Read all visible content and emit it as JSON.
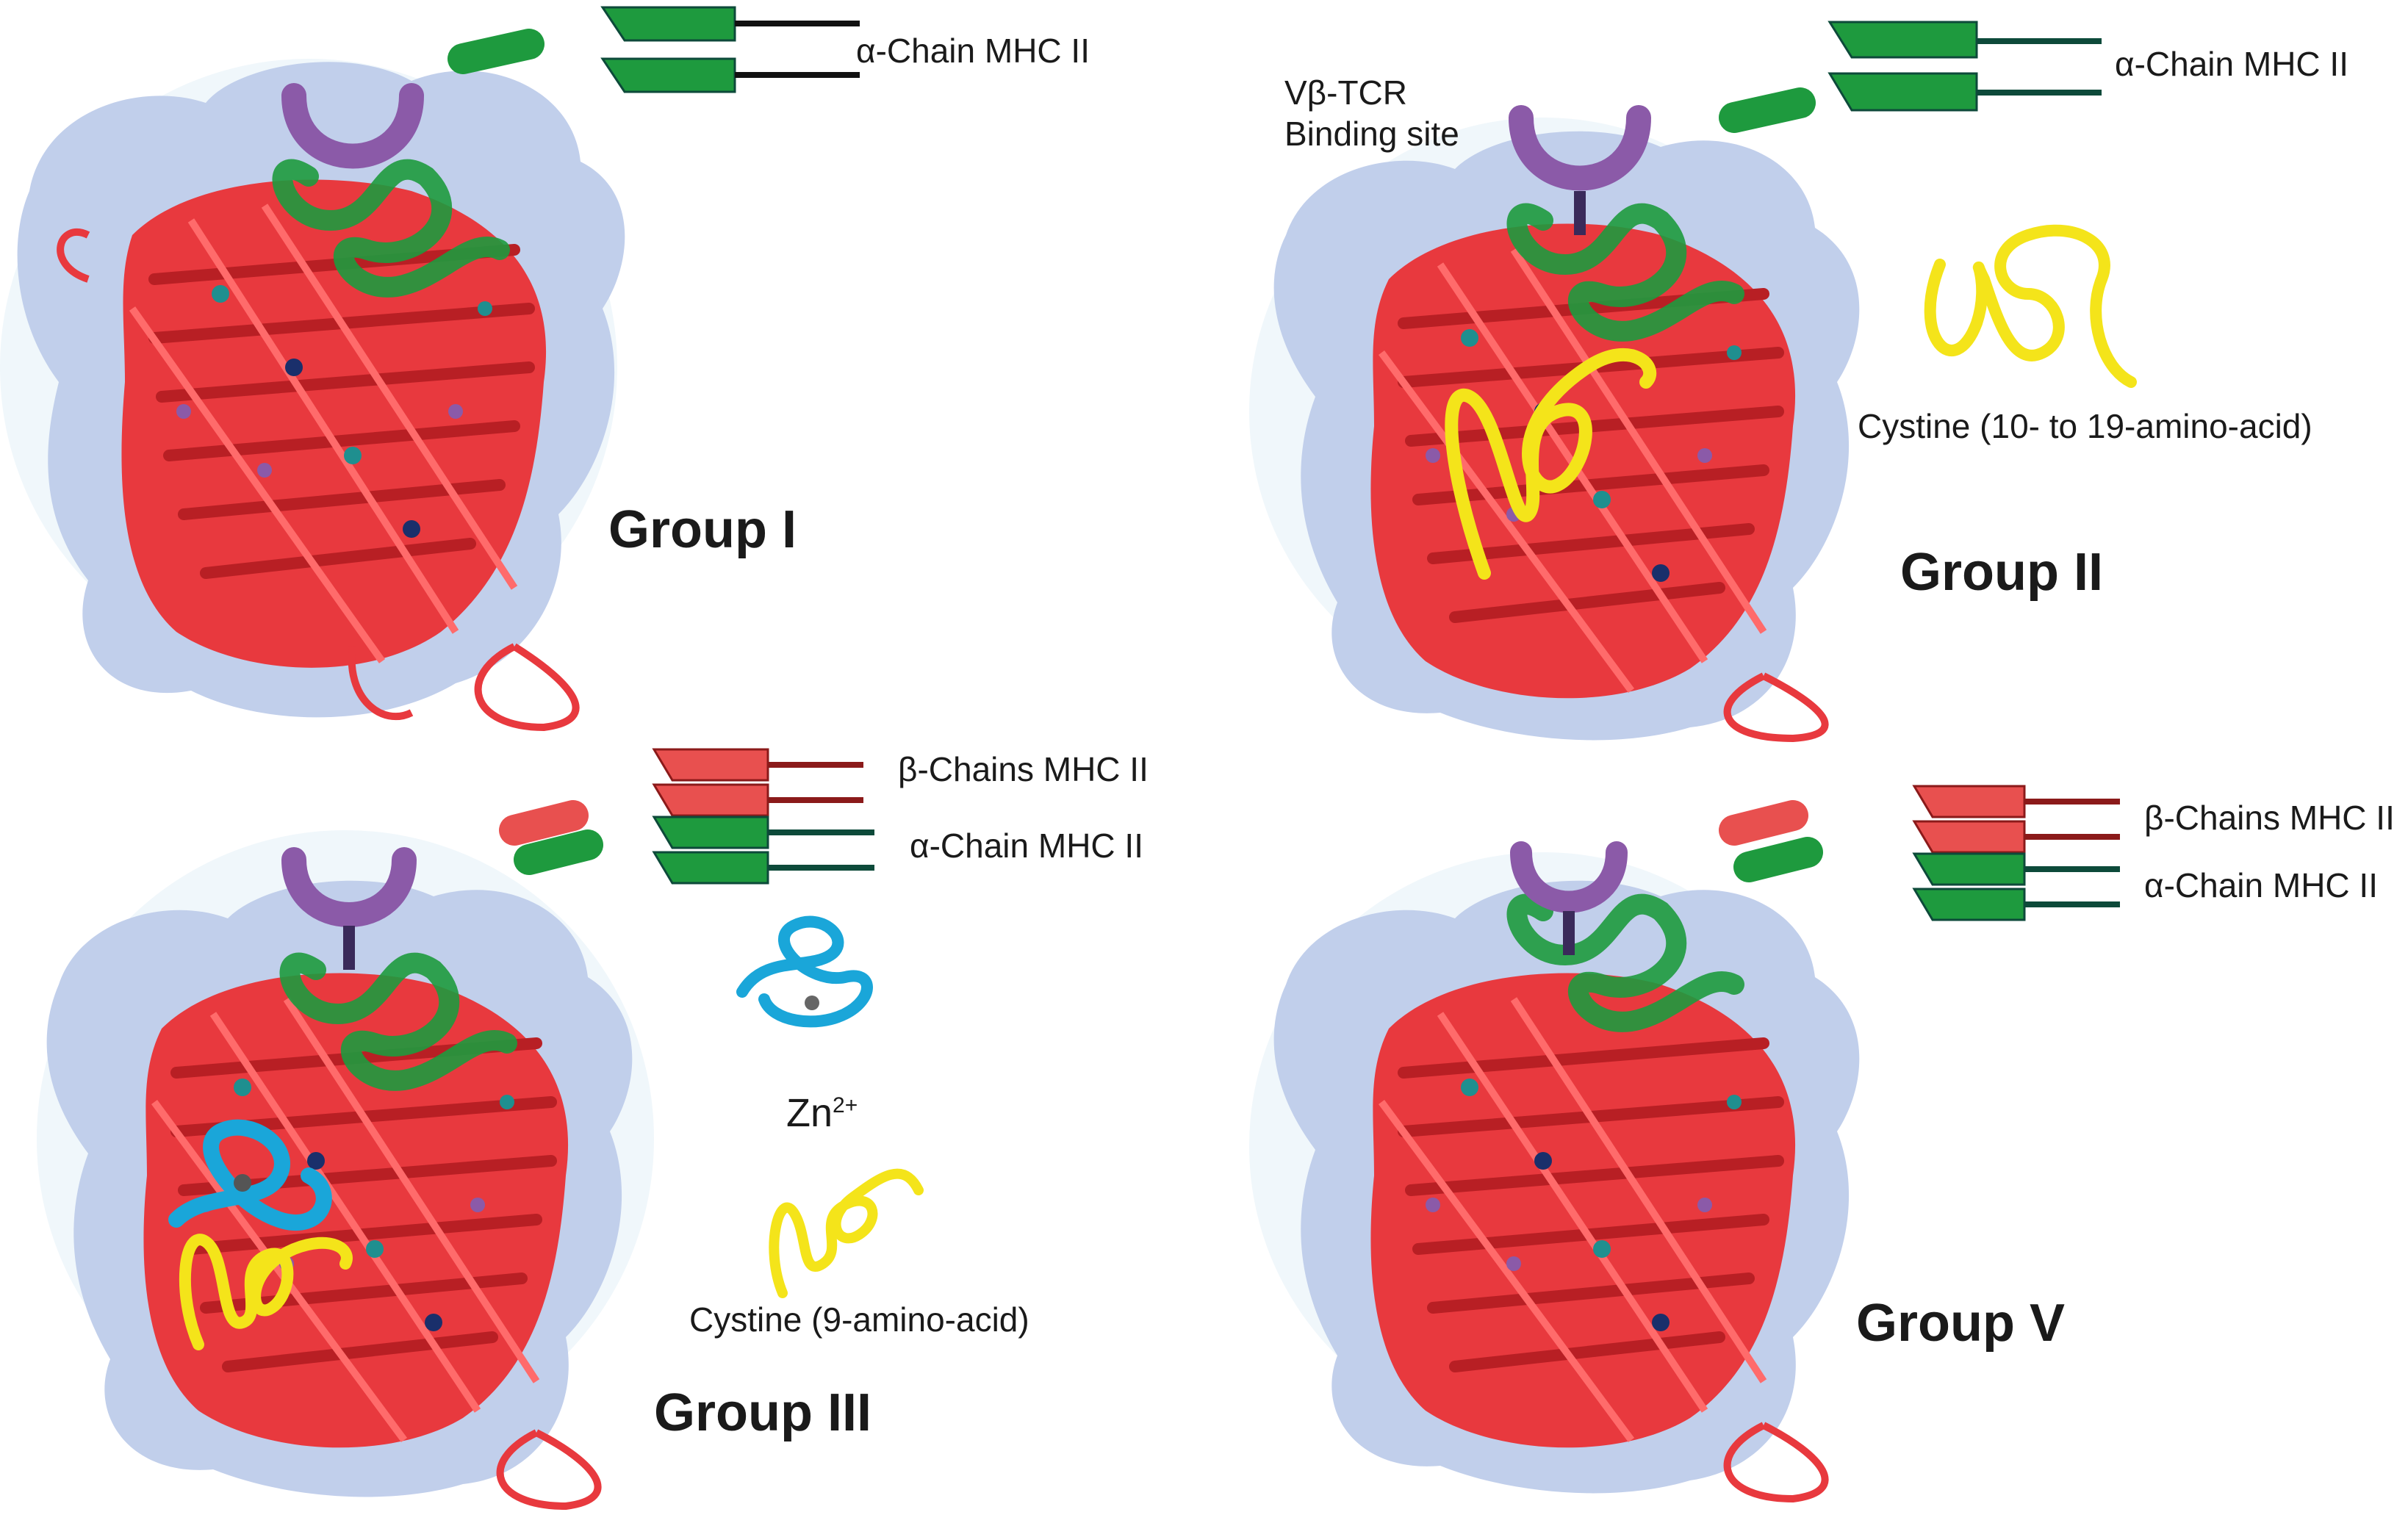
{
  "groups": [
    {
      "id": "g1",
      "title": "Group I",
      "chains": {
        "alpha": "α-Chain MHC II"
      }
    },
    {
      "id": "g2",
      "title": "Group II",
      "chains": {
        "alpha": "α-Chain MHC II"
      },
      "annotations": {
        "binding_site_line1": "Vβ-TCR",
        "binding_site_line2": "Binding site",
        "cystine": "Cystine (10- to 19-amino-acid)"
      }
    },
    {
      "id": "g3",
      "title": "Group III",
      "chains": {
        "beta": "β-Chains MHC II",
        "alpha": "α-Chain MHC II"
      },
      "annotations": {
        "zinc_base": "Zn",
        "zinc_charge": "2+",
        "cystine": "Cystine (9-amino-acid)"
      }
    },
    {
      "id": "g5",
      "title": "Group V",
      "chains": {
        "beta": "β-Chains MHC II",
        "alpha": "α-Chain MHC II"
      }
    }
  ],
  "colors": {
    "protein_red": "#e8393e",
    "protein_dark_red": "#b81f24",
    "halo_blue": "#8fa8dc",
    "alpha_green": "#1e9a3e",
    "alpha_line": "#0d4a3a",
    "beta_red": "#e8504f",
    "beta_line": "#8b1a1a",
    "tcr_purple": "#8b5aa8",
    "cystine_yellow": "#f4e41a",
    "zinc_cyan": "#1aa6d9"
  }
}
